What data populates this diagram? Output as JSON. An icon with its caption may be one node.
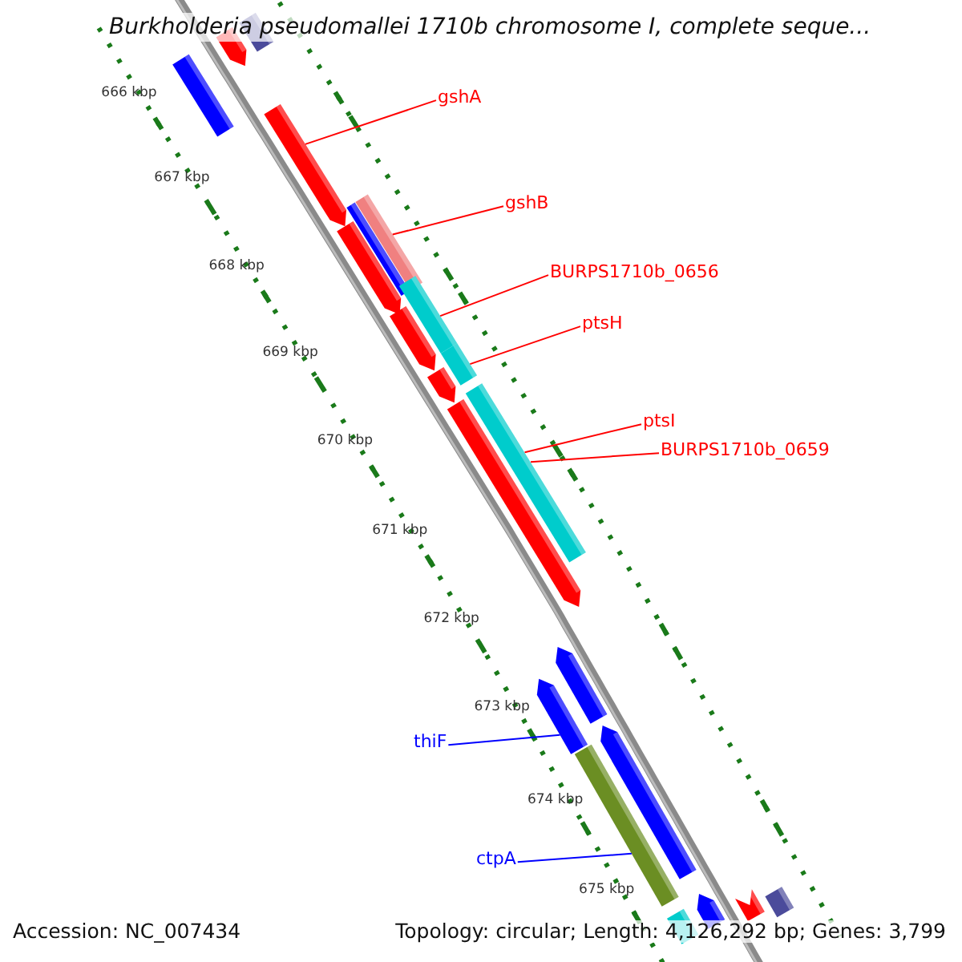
{
  "diagram": {
    "title": "Burkholderia pseudomallei 1710b chromosome I, complete seque...",
    "nodes": [
      {
        "text": [],
        "shape": "bar"
      },
      {
        "text": [],
        "shape": "arrow"
      },
      {
        "text": [],
        "shape": "bar"
      },
      {
        "text": [
          "gshA"
        ]
      },
      {
        "text": [],
        "shape": "arrow"
      },
      {
        "text": [
          "gshB"
        ]
      },
      {
        "text": [],
        "shape": "bar"
      },
      {
        "text": [],
        "shape": "bar"
      },
      {
        "text": [],
        "shape": "arrow"
      },
      {
        "text": [
          "BURPS1710b_0656"
        ]
      },
      {
        "text": [],
        "shape": "bar"
      },
      {
        "text": [],
        "shape": "arrow"
      },
      {
        "text": [
          "ptsH"
        ]
      },
      {
        "text": [],
        "shape": "bar"
      },
      {
        "text": [],
        "shape": "arrow"
      },
      {
        "text": [
          "ptsI"
        ]
      },
      {
        "text": [
          "BURPS1710b_0659"
        ]
      },
      {
        "text": [],
        "shape": "arrow"
      },
      {
        "text": [],
        "shape": "bar"
      },
      {
        "text": [],
        "shape": "arrow"
      },
      {
        "text": [
          "thiF"
        ]
      },
      {
        "text": [],
        "shape": "arrow"
      },
      {
        "text": [],
        "shape": "arrow"
      },
      {
        "text": [
          "ctpA"
        ]
      },
      {
        "text": [],
        "shape": "bar"
      },
      {
        "text": [],
        "shape": "arrow"
      },
      {
        "text": [],
        "shape": "bar"
      },
      {
        "text": [],
        "shape": "arrow"
      },
      {
        "text": [],
        "shape": "bar"
      }
    ],
    "edges": [
      {
        "from": 3,
        "to": 4,
        "arrow": "none"
      },
      {
        "from": 5,
        "to": 7,
        "arrow": "none"
      },
      {
        "from": 9,
        "to": 10,
        "arrow": "none"
      },
      {
        "from": 12,
        "to": 13,
        "arrow": "none"
      },
      {
        "from": 15,
        "to": 18,
        "arrow": "none"
      },
      {
        "from": 16,
        "to": 18,
        "arrow": "none"
      },
      {
        "from": 20,
        "to": 21,
        "arrow": "none",
        "color": "#0000ff"
      },
      {
        "from": 23,
        "to": 24,
        "arrow": "none",
        "color": "#0000ff"
      }
    ],
    "labels": [
      "666 kbp",
      "667 kbp",
      "668 kbp",
      "669 kbp",
      "670 kbp",
      "671 kbp",
      "672 kbp",
      "673 kbp",
      "674 kbp",
      "675 kbp",
      "Accession: NC_007434",
      "Topology: circular; Length: 4,126,292 bp; Genes: 3,799"
    ]
  }
}
